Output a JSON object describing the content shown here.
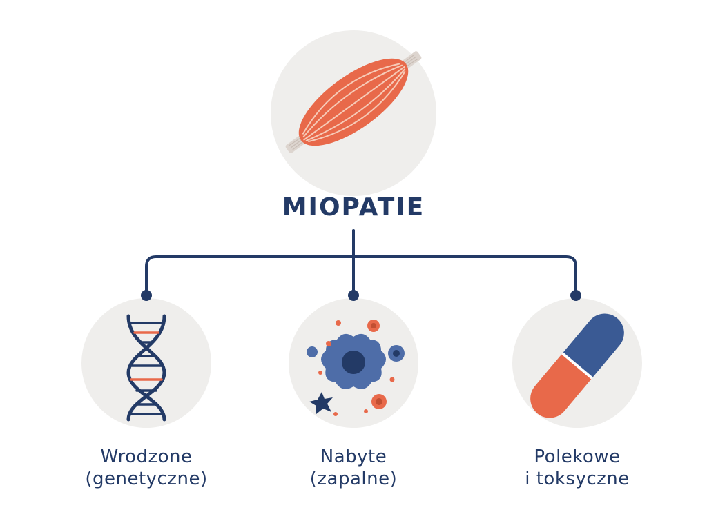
{
  "diagram": {
    "title": "MIOPATIE",
    "root_icon": "muscle-icon",
    "branches": [
      {
        "id": "congenital",
        "icon": "dna-icon",
        "line1": "Wrodzone",
        "line2": "(genetyczne)"
      },
      {
        "id": "acquired",
        "icon": "cells-icon",
        "line1": "Nabyte",
        "line2": "(zapalne)"
      },
      {
        "id": "drug",
        "icon": "pill-icon",
        "line1": "Polekowe",
        "line2": "i toksyczne"
      }
    ]
  },
  "colors": {
    "navy": "#233a66",
    "accent": "#e8694a",
    "blue": "#4e6da8",
    "disc": "#efeeec"
  }
}
